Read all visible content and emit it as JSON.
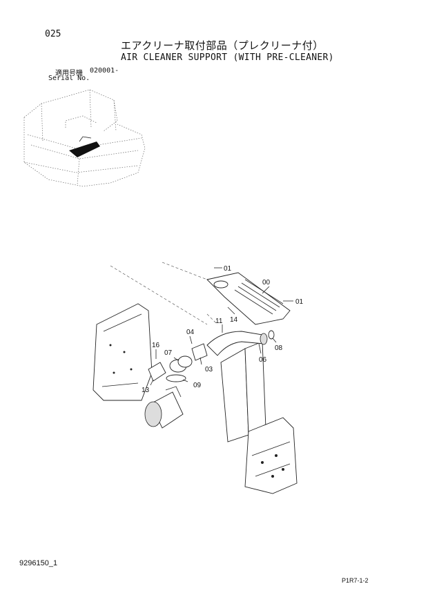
{
  "header": {
    "page_number": "025",
    "title_jp": "エアクリーナ取付部品（プレクリーナ付）",
    "title_en": "AIR CLEANER SUPPORT (WITH PRE-CLEANER)",
    "serial_label_jp": "適用号機",
    "serial_value": "020001-",
    "serial_label_en": "Serial No."
  },
  "callouts": {
    "c01a": "01",
    "c00": "00",
    "c01b": "01",
    "c14": "14",
    "c11": "11",
    "c04": "04",
    "c16": "16",
    "c07": "07",
    "c03": "03",
    "c06": "06",
    "c08": "08",
    "c09": "09",
    "c13": "13"
  },
  "footer": {
    "doc_code": "9296150_1",
    "page_ref": "P1R7-1-2"
  }
}
